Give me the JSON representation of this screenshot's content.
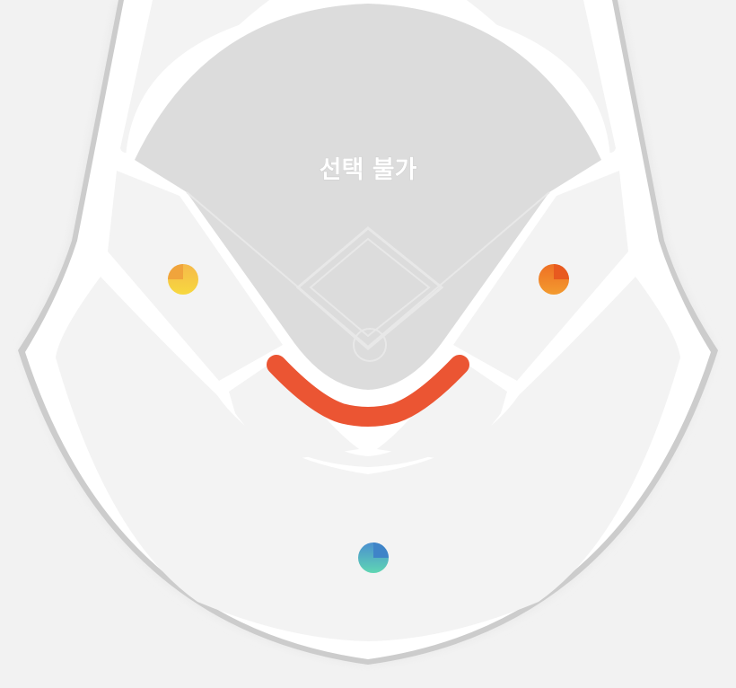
{
  "map": {
    "field_label": "선택 불가",
    "colors": {
      "background": "#f2f2f2",
      "outline": "#cccccc",
      "stand": "#ffffff",
      "section": "#f3f3f3",
      "field": "#dcdcdc",
      "selected_section": "#eb5533"
    },
    "markers": [
      {
        "name": "left-infield-marker",
        "gradient": [
          "#f5b94a",
          "#f7d83f"
        ]
      },
      {
        "name": "right-infield-marker",
        "gradient": [
          "#ee6f24",
          "#f39b2f"
        ]
      },
      {
        "name": "outfield-center-marker",
        "gradient": [
          "#4a8fd0",
          "#5fd6b3"
        ]
      }
    ]
  }
}
